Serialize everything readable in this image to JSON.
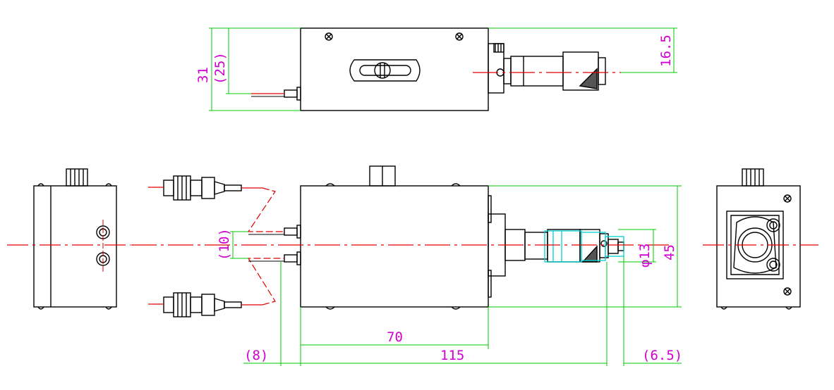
{
  "colors": {
    "outline": "#000000",
    "dimension": "#00c800",
    "dimension_text": "#d000d0",
    "centerline": "#e00000",
    "highlight": "#00d0d0"
  },
  "dimensions": {
    "total_height": "31",
    "inner_height": "(25)",
    "offset": "16.5",
    "body_height": "45",
    "fiber_spacing": "(10)",
    "micrometer_dia": "φ13",
    "body_length": "70",
    "overall_length": "115",
    "left_offset": "(8)",
    "right_offset": "(6.5)"
  }
}
